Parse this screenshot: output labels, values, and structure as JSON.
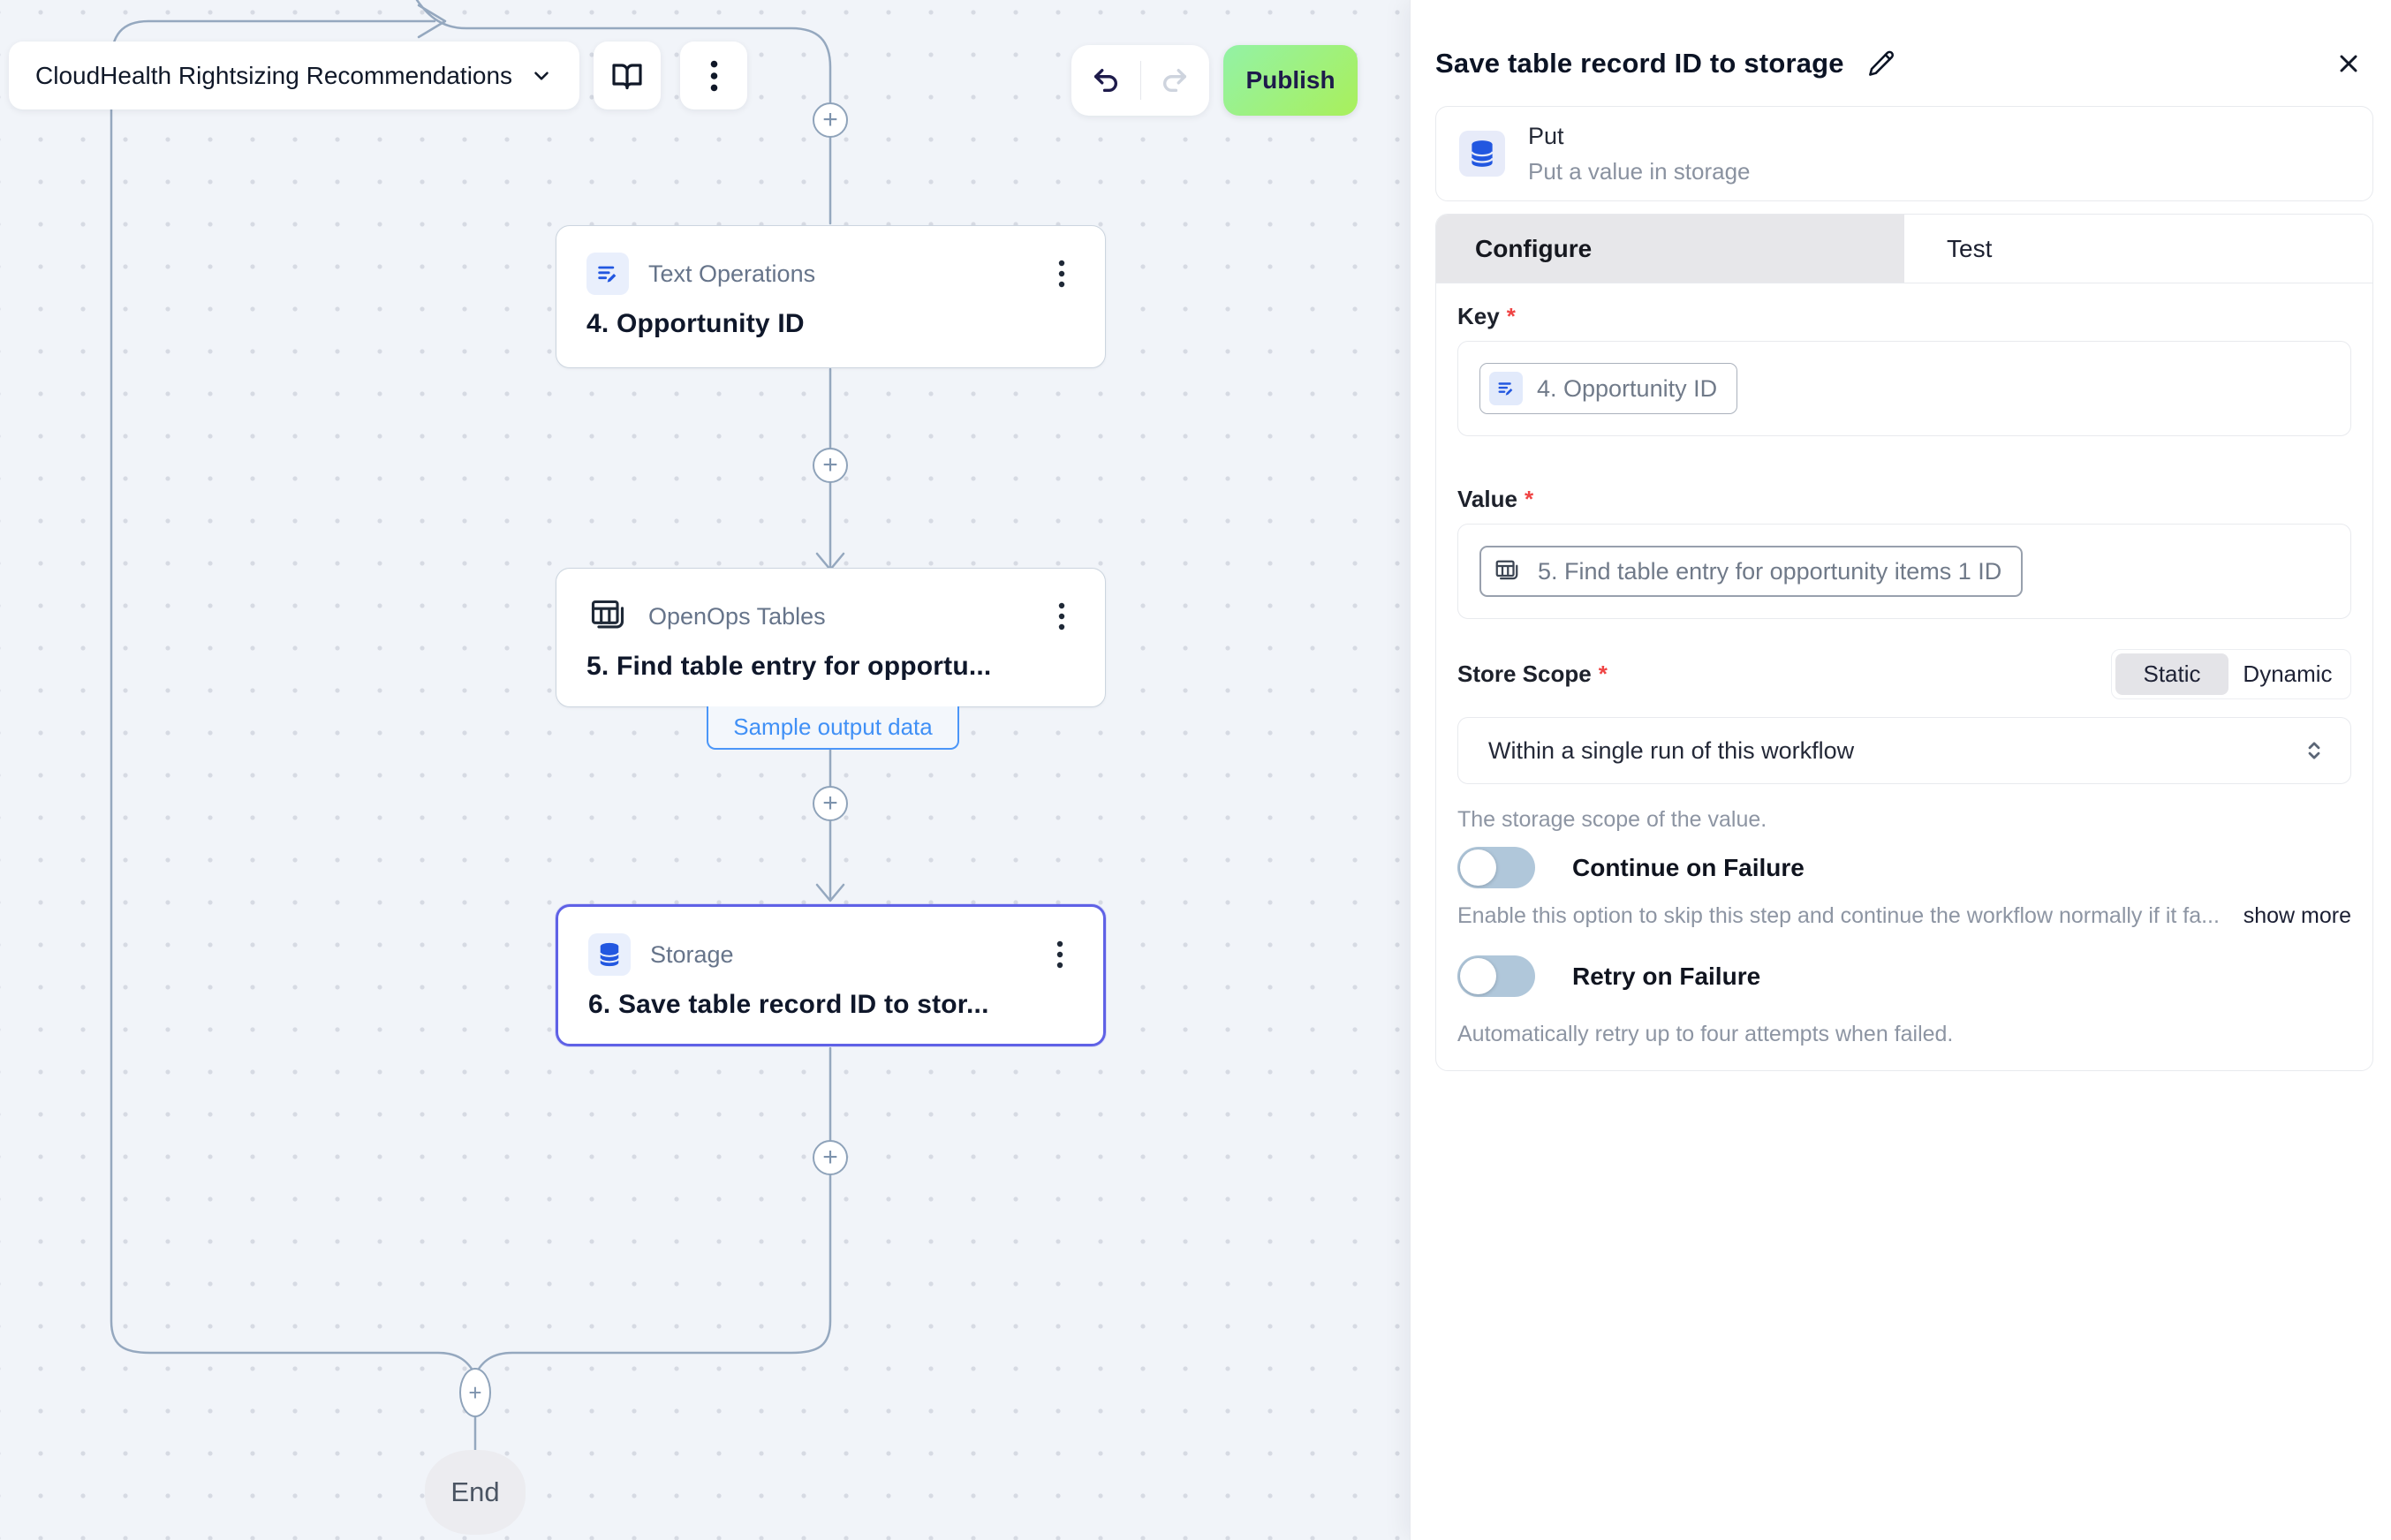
{
  "toolbar": {
    "workflow_name": "CloudHealth Rightsizing Recommendations",
    "publish_label": "Publish"
  },
  "canvas": {
    "nodes": [
      {
        "app": "Text Operations",
        "title": "4. Opportunity ID"
      },
      {
        "app": "OpenOps Tables",
        "title": "5. Find table entry for opportu...",
        "action_label": "Sample output data"
      },
      {
        "app": "Storage",
        "title": "6. Save table record ID to stor..."
      }
    ],
    "end_label": "End"
  },
  "panel": {
    "title": "Save table record ID to storage",
    "action": {
      "name": "Put",
      "description": "Put a value in storage"
    },
    "tabs": [
      {
        "label": "Configure"
      },
      {
        "label": "Test"
      }
    ],
    "fields": {
      "key": {
        "label": "Key",
        "required": "*",
        "chip": "4. Opportunity ID"
      },
      "value": {
        "label": "Value",
        "required": "*",
        "chip": "5. Find table entry for opportunity items 1 ID"
      },
      "store_scope": {
        "label": "Store Scope",
        "required": "*",
        "options": [
          "Static",
          "Dynamic"
        ],
        "selected": "Static",
        "value": "Within a single run of this workflow",
        "helper": "The storage scope of the value."
      },
      "continue_on_failure": {
        "label": "Continue on Failure",
        "description": "Enable this option to skip this step and continue the workflow normally if it fa...",
        "more_label": "show more",
        "state": "off"
      },
      "retry_on_failure": {
        "label": "Retry on Failure",
        "description": "Automatically retry up to four attempts when failed.",
        "state": "off"
      }
    }
  },
  "icons": {
    "chevron_down": "v",
    "kebab": "⋮",
    "plus": "+",
    "close": "×",
    "undo": "curved-left-arrow",
    "redo": "curved-right-arrow",
    "book": "open-book",
    "pencil": "edit-pencil",
    "database": "blue-cylinder",
    "table": "grid-sheet",
    "text_operations": "lines-with-pen"
  },
  "colors": {
    "canvas_bg": "#f1f4f9",
    "edge": "#95a8bf",
    "selected_node": "#5f61e6",
    "brand_blue": "#2257e0",
    "link_blue": "#4090f6",
    "publish_gradient_start": "#93f2a6",
    "publish_gradient_end": "#a9f05b",
    "toggle_off": "#b0c7da",
    "required": "#ef4444"
  }
}
